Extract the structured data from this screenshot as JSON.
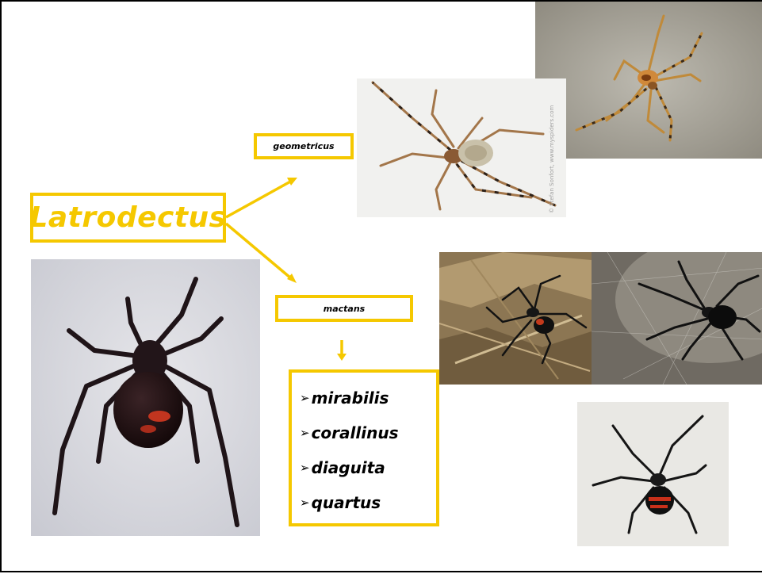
{
  "genus": "Latrodectus",
  "species_geometricus": "geometricus",
  "species_mactans": "mactans",
  "subspecies_bullet": "➢",
  "subspecies": [
    "mirabilis",
    "corallinus",
    "diaguita",
    "quartus"
  ],
  "photo_watermark": "© Stefan Sonfort, www.myspiders.com",
  "accent_color": "#f5c800"
}
